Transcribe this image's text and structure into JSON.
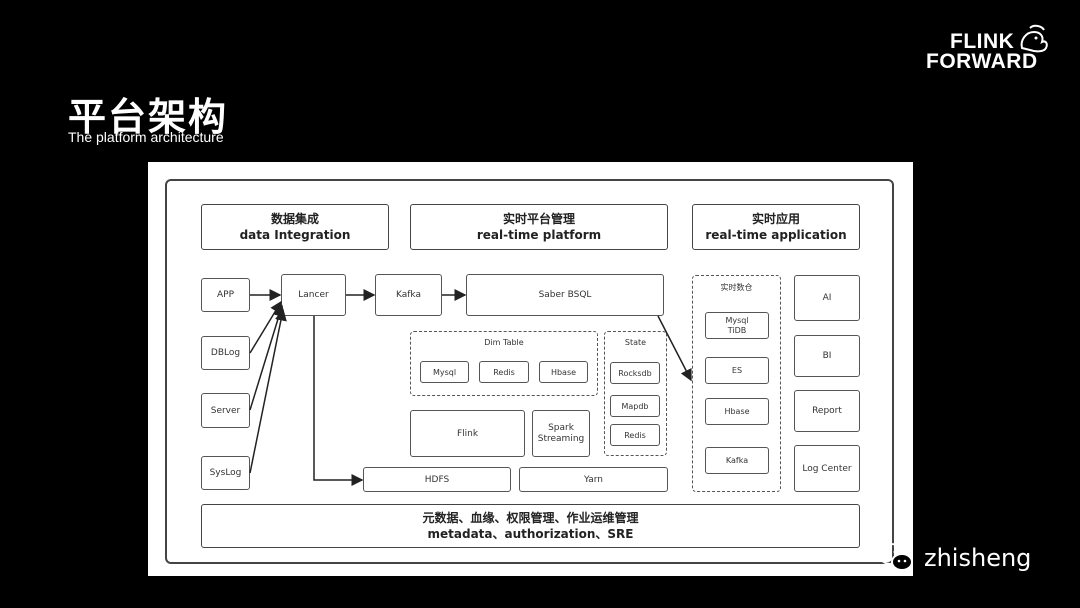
{
  "slide": {
    "title": "平台架构",
    "subtitle": "The platform architecture"
  },
  "logo": {
    "line1": "FLINK",
    "line2": "FORWARD"
  },
  "watermark": {
    "icon": "wechat-icon",
    "text": "zhisheng"
  },
  "diagram": {
    "headers": {
      "integration": {
        "cn": "数据集成",
        "en": "data Integration"
      },
      "platform": {
        "cn": "实时平台管理",
        "en": "real-time platform"
      },
      "application": {
        "cn": "实时应用",
        "en": "real-time application"
      }
    },
    "sources": [
      "APP",
      "DBLog",
      "Server",
      "SysLog"
    ],
    "lancer": "Lancer",
    "kafka": "Kafka",
    "saber": "Saber BSQL",
    "dim_table": {
      "label": "Dim Table",
      "items": [
        "Mysql",
        "Redis",
        "Hbase"
      ]
    },
    "state": {
      "label": "State",
      "items": [
        "Rocksdb",
        "Mapdb",
        "Redis"
      ]
    },
    "flink": "Flink",
    "spark": [
      "Spark",
      "Streaming"
    ],
    "hdfs": "HDFS",
    "yarn": "Yarn",
    "warehouse": {
      "label": "实时数仓",
      "items": [
        "Mysql",
        "TiDB",
        "ES",
        "Hbase",
        "Kafka"
      ]
    },
    "apps": [
      "AI",
      "BI",
      "Report",
      "Log Center"
    ],
    "footer": {
      "cn": "元数据、血缘、权限管理、作业运维管理",
      "en": "metadata、authorization、SRE"
    }
  }
}
